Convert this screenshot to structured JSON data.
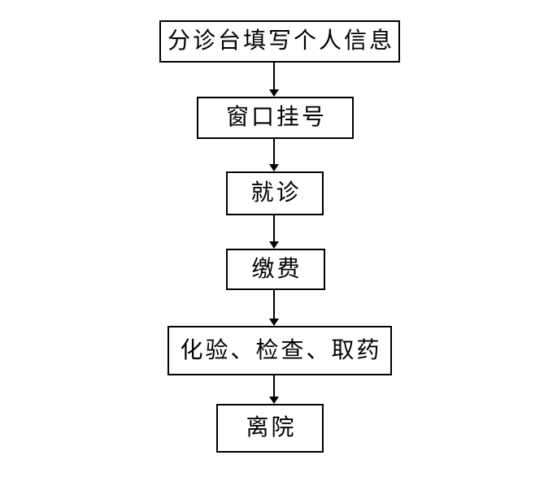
{
  "flowchart": {
    "direction": "top-down",
    "colors": {
      "background": "#ffffff",
      "box_border": "#000000",
      "box_fill": "#ffffff",
      "text": "#000000",
      "arrow": "#000000"
    },
    "nodes": [
      {
        "id": 1,
        "label": "分诊台填写个人信息"
      },
      {
        "id": 2,
        "label": "窗口挂号"
      },
      {
        "id": 3,
        "label": "就诊"
      },
      {
        "id": 4,
        "label": "缴费"
      },
      {
        "id": 5,
        "label": "化验、检查、取药"
      },
      {
        "id": 6,
        "label": "离院"
      }
    ],
    "edges": [
      {
        "from": 1,
        "to": 2,
        "style": "arrow-down"
      },
      {
        "from": 2,
        "to": 3,
        "style": "arrow-down"
      },
      {
        "from": 3,
        "to": 4,
        "style": "arrow-down"
      },
      {
        "from": 4,
        "to": 5,
        "style": "arrow-down"
      },
      {
        "from": 5,
        "to": 6,
        "style": "arrow-down"
      }
    ]
  }
}
